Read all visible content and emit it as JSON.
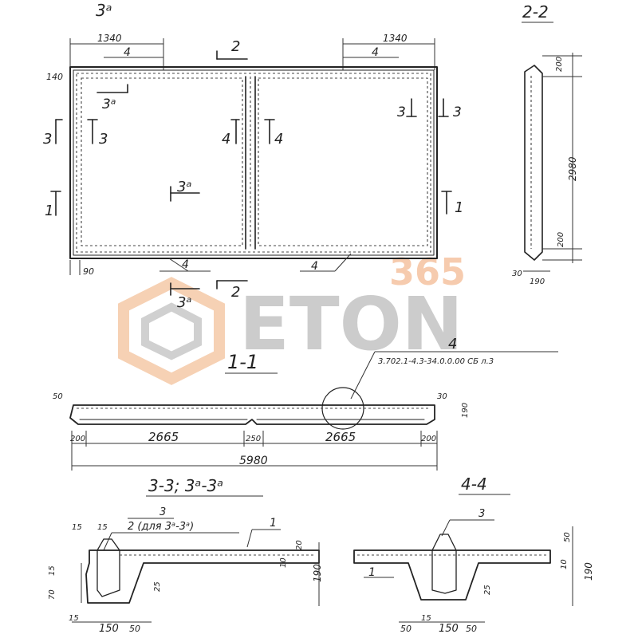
{
  "plan": {
    "corner_label": "3ᵃ",
    "dim_left": "1340",
    "dim_right": "1340",
    "dim_edge": "140",
    "dim_bottom_left": "90",
    "marker_4_top_left": "4",
    "marker_4_top_right": "4",
    "marker_4_bottom_left": "4",
    "marker_4_bottom_right": "4",
    "section_2_top": "2",
    "section_2_bottom": "2",
    "section_3a_top": "3ᵃ",
    "section_3a_middle": "3ᵃ",
    "section_3a_bottom": "3ᵃ",
    "section_3_left_a": "3",
    "section_3_left_b": "3",
    "section_3_right_a": "3",
    "section_3_right_b": "3",
    "section_4_a": "4",
    "section_4_b": "4",
    "section_1_left": "1",
    "section_1_right": "1"
  },
  "section_2_2": {
    "title": "2-2",
    "dim_top": "200",
    "dim_height": "2980",
    "dim_bottom": "200",
    "dim_base_a": "30",
    "dim_base_b": "190"
  },
  "section_1_1": {
    "title": "1-1",
    "node_ref_number": "4",
    "node_ref_text": "3.702.1-4.3-34.0.0.00 СБ л.3",
    "dim_left_top": "50",
    "dim_right_top": "30",
    "dim_right_side": "190",
    "dim_end_left": "200",
    "dim_span_left": "2665",
    "dim_mid": "250",
    "dim_span_right": "2665",
    "dim_end_right": "200",
    "dim_total": "5980"
  },
  "section_3_3": {
    "title": "3-3; 3ᵃ-3ᵃ",
    "callout_3": "3",
    "callout_2": "2 (для 3ᵃ-3ᵃ)",
    "callout_1": "1",
    "dim_15a": "15",
    "dim_15b": "15",
    "dim_15c": "15",
    "dim_15d": "15",
    "dim_70": "70",
    "dim_25": "25",
    "dim_150": "150",
    "dim_50": "50",
    "dim_190": "190",
    "dim_20": "20",
    "dim_10": "10"
  },
  "section_4_4": {
    "title": "4-4",
    "callout_3": "3",
    "callout_1": "1",
    "dim_50a": "50",
    "dim_15": "15",
    "dim_150": "150",
    "dim_50b": "50",
    "dim_25": "25",
    "dim_190": "190",
    "dim_50c": "50",
    "dim_10": "10"
  },
  "watermark": {
    "number": "365",
    "word": "ETON",
    "accent_color": "#f5b183",
    "gray_color": "#b9b9b9"
  }
}
